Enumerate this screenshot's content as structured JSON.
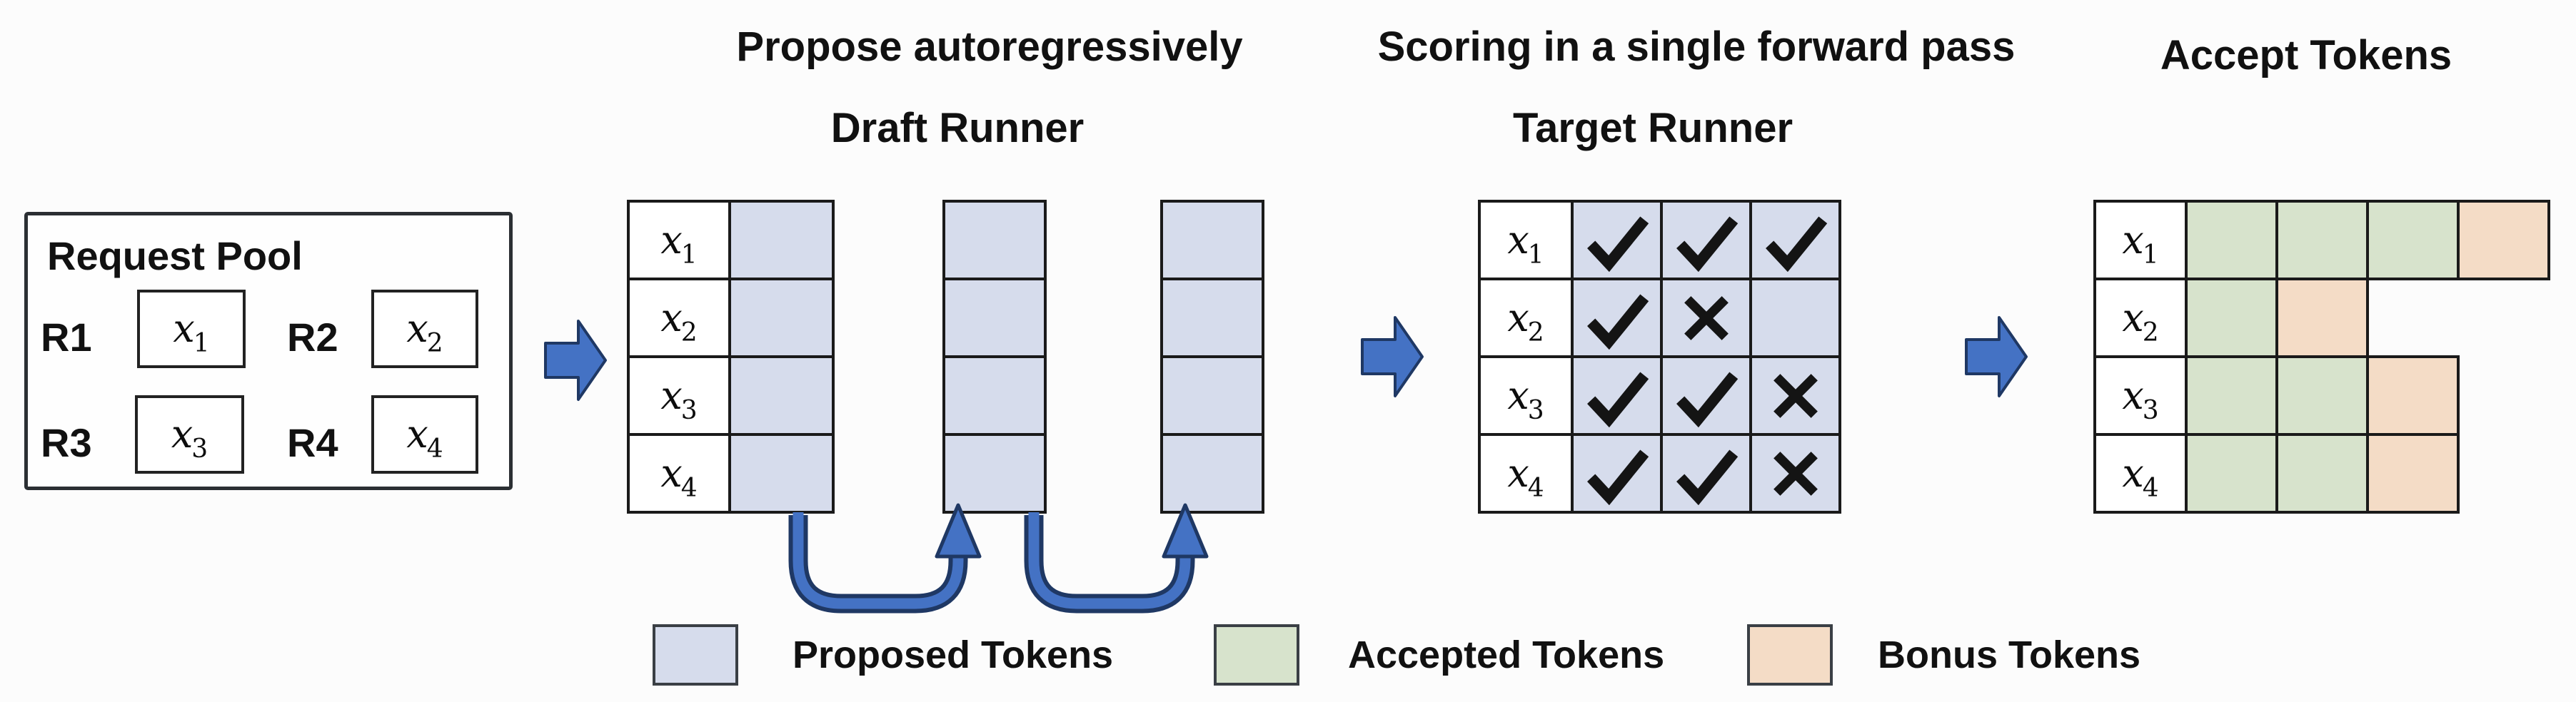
{
  "headings": {
    "propose": "Propose autoregressively",
    "draft_runner": "Draft Runner",
    "scoring": "Scoring in a single forward pass",
    "target_runner": "Target Runner",
    "accept": "Accept Tokens"
  },
  "request_pool": {
    "title": "Request Pool",
    "requests": [
      {
        "id": "R1",
        "token_base": "x",
        "token_sub": "1"
      },
      {
        "id": "R2",
        "token_base": "x",
        "token_sub": "2"
      },
      {
        "id": "R3",
        "token_base": "x",
        "token_sub": "3"
      },
      {
        "id": "R4",
        "token_base": "x",
        "token_sub": "4"
      }
    ]
  },
  "row_tokens": [
    {
      "token_base": "x",
      "token_sub": "1"
    },
    {
      "token_base": "x",
      "token_sub": "2"
    },
    {
      "token_base": "x",
      "token_sub": "3"
    },
    {
      "token_base": "x",
      "token_sub": "4"
    }
  ],
  "draft_runner": {
    "num_label_rows": 4,
    "num_step_columns": 3
  },
  "target_runner": {
    "scores": [
      [
        "check",
        "check",
        "check"
      ],
      [
        "check",
        "cross",
        "none"
      ],
      [
        "check",
        "check",
        "cross"
      ],
      [
        "check",
        "check",
        "cross"
      ]
    ]
  },
  "accept_tokens": {
    "rows": [
      [
        "accepted",
        "accepted",
        "accepted",
        "bonus"
      ],
      [
        "accepted",
        "bonus"
      ],
      [
        "accepted",
        "accepted",
        "bonus"
      ],
      [
        "accepted",
        "accepted",
        "bonus"
      ]
    ]
  },
  "legend": {
    "items": [
      {
        "label": "Proposed Tokens",
        "type": "proposed"
      },
      {
        "label": "Accepted Tokens",
        "type": "accepted"
      },
      {
        "label": "Bonus Tokens",
        "type": "bonus"
      }
    ]
  },
  "colors": {
    "proposed": "#d6dcec",
    "accepted": "#d7e3cc",
    "bonus": "#f4dcc6",
    "arrow_fill": "#4472c4",
    "arrow_edge": "#1f3864",
    "cell_border": "#1a1a1a"
  }
}
